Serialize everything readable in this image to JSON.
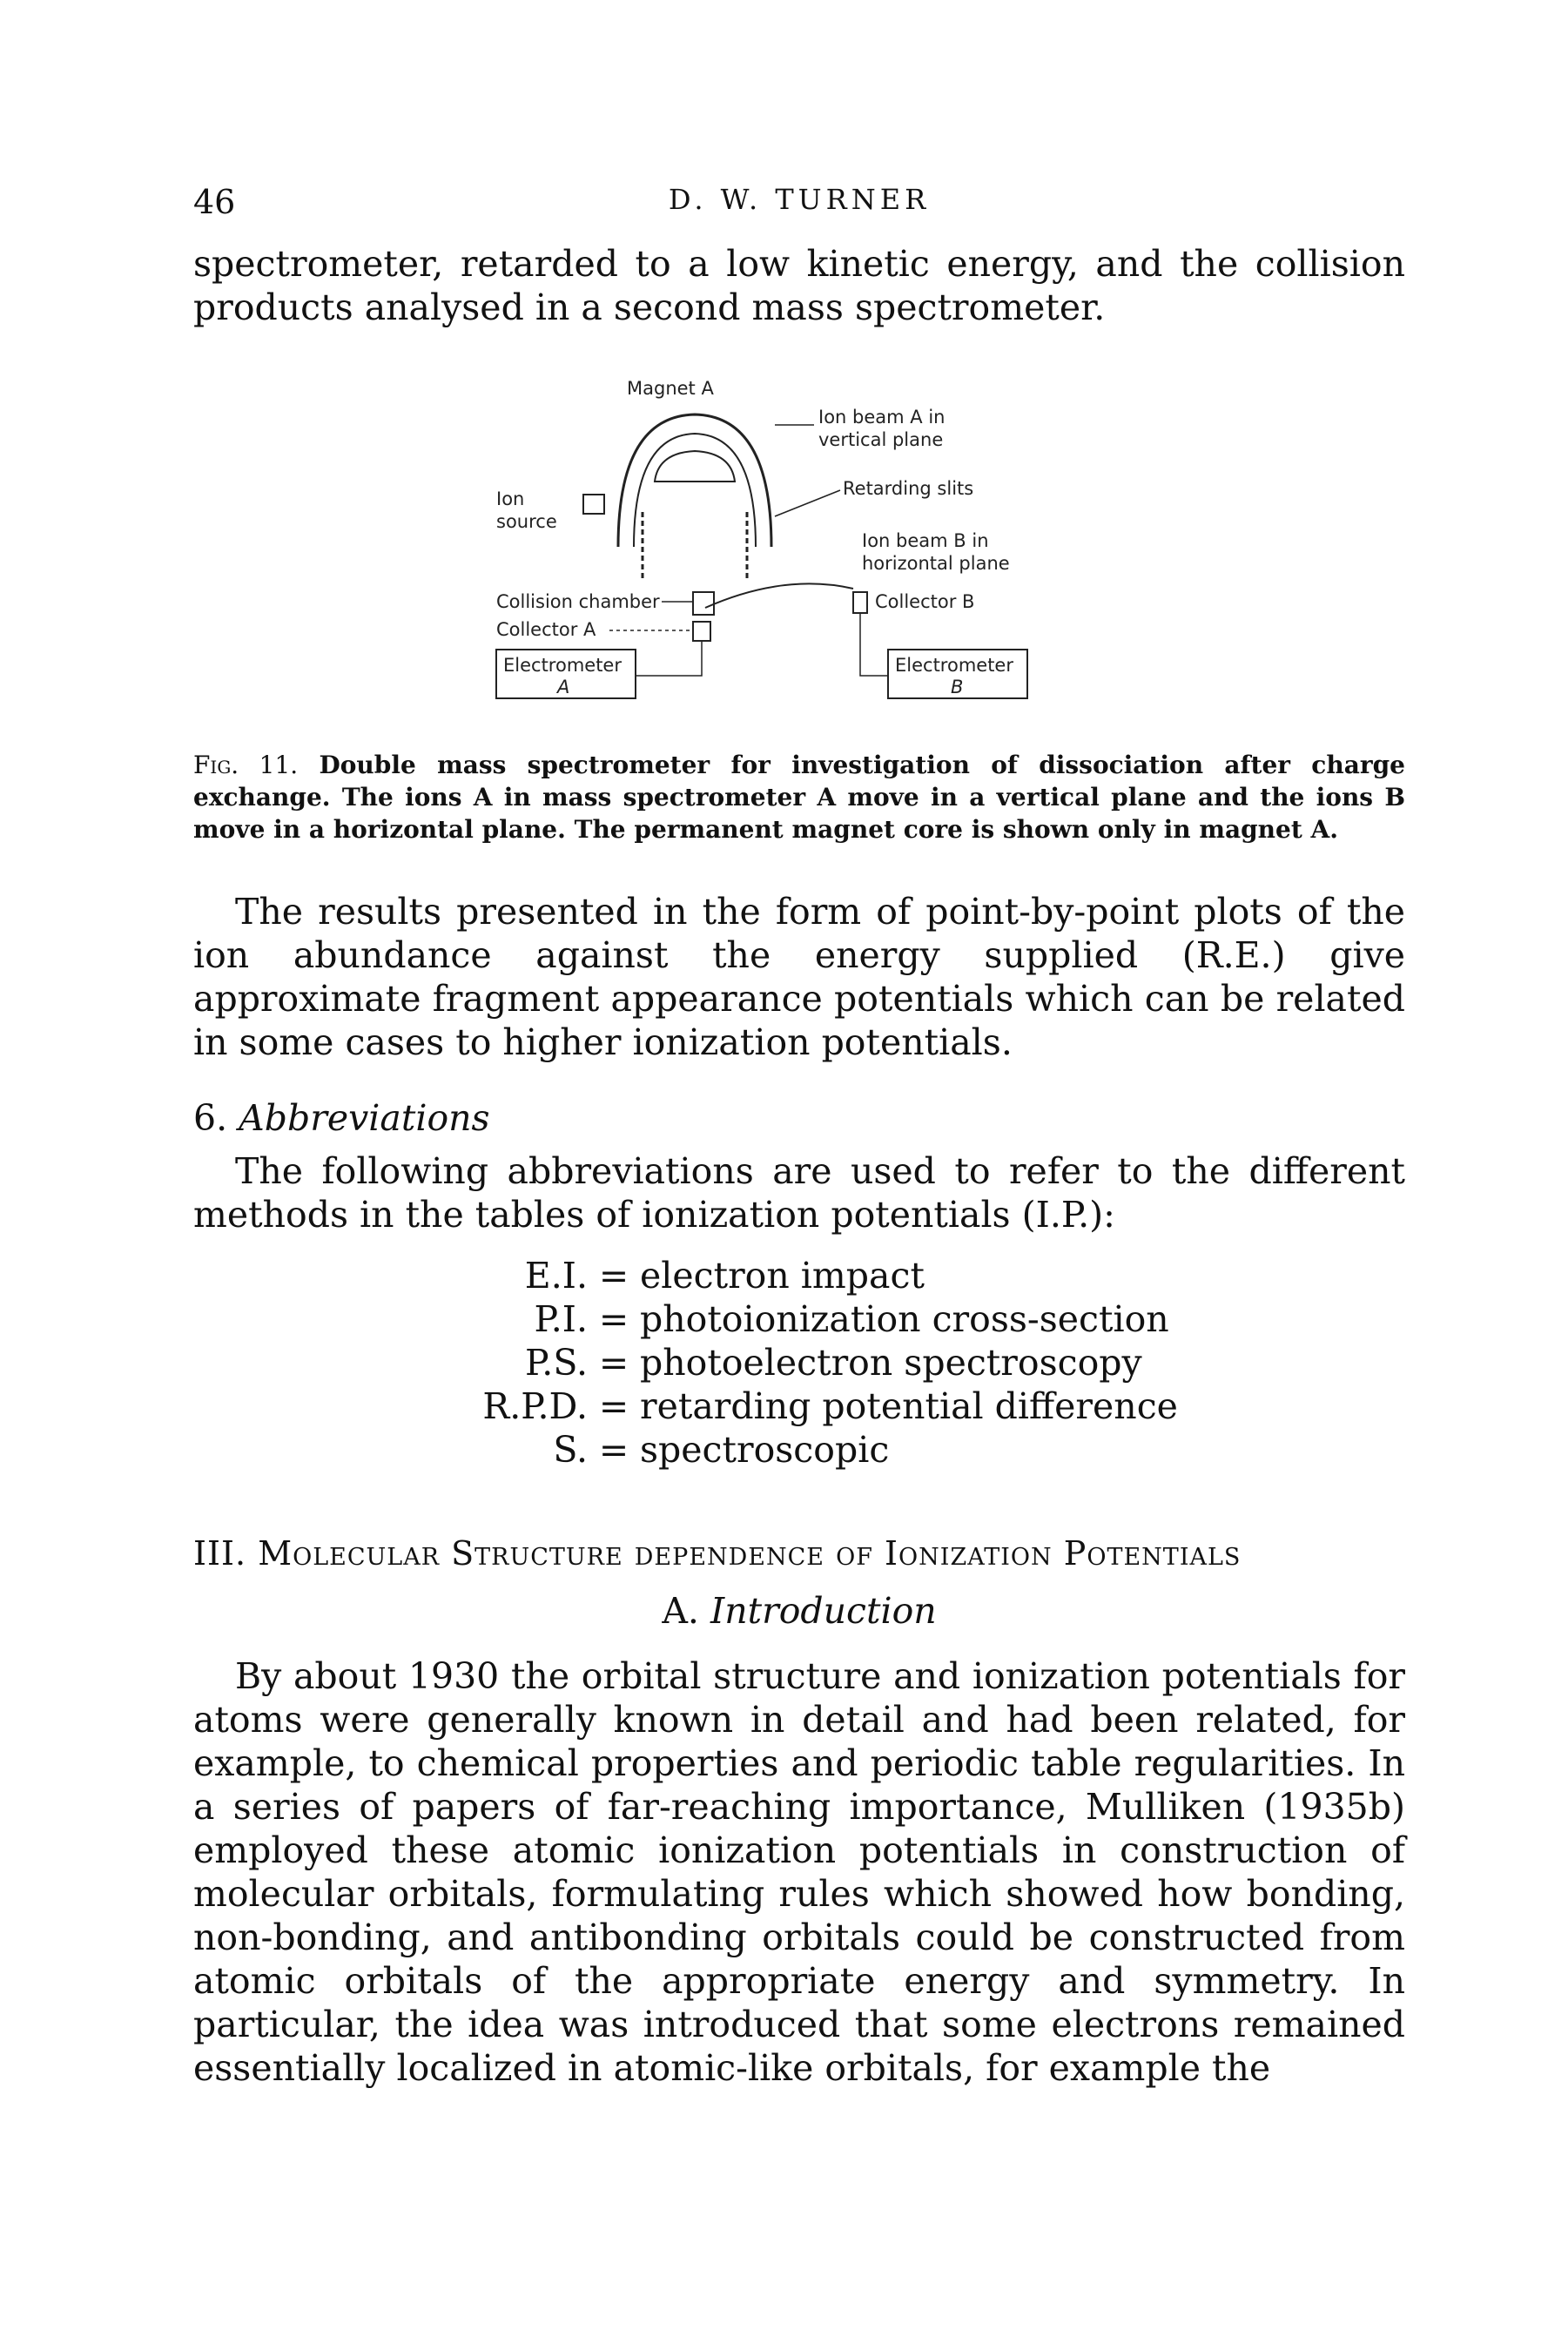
{
  "header": {
    "page_number": "46",
    "running_title": "D. W. TURNER"
  },
  "body": {
    "lead_paragraph": "spectrometer, retarded to a low kinetic energy, and the collision products analysed in a second mass spectrometer.",
    "figure": {
      "labels": {
        "magnet_a": "Magnet A",
        "ion_beam_a_line1": "Ion beam A in",
        "ion_beam_a_line2": "vertical plane",
        "ion_source_line1": "Ion",
        "ion_source_line2": "source",
        "retarding_slits": "Retarding slits",
        "ion_beam_b_line1": "Ion beam B in",
        "ion_beam_b_line2": "horizontal plane",
        "collision_chamber": "Collision chamber",
        "collector_a": "Collector A",
        "collector_b": "Collector B",
        "electrometer_a_line1": "Electrometer",
        "electrometer_a_line2": "A",
        "electrometer_b_line1": "Electrometer",
        "electrometer_b_line2": "B"
      },
      "caption_label": "Fig. 11.",
      "caption_text": "Double mass spectrometer for investigation of dissociation after charge exchange. The ions A in mass spectrometer A move in a vertical plane and the ions B move in a horizontal plane. The permanent magnet core is shown only in magnet A."
    },
    "results_paragraph": "The results presented in the form of point-by-point plots of the ion abundance against the energy supplied (R.E.) give approximate fragment appearance potentials which can be related in some cases to higher ionization potentials.",
    "subsection": {
      "number": "6.",
      "title": "Abbreviations"
    },
    "abbrev_intro": "The following abbreviations are used to refer to the different methods in the tables of ionization potentials (I.P.):",
    "abbreviations": [
      {
        "key": "E.I.",
        "value": "electron impact"
      },
      {
        "key": "P.I.",
        "value": "photoionization cross-section"
      },
      {
        "key": "P.S.",
        "value": "photoelectron spectroscopy"
      },
      {
        "key": "R.P.D.",
        "value": "retarding potential difference"
      },
      {
        "key": "S.",
        "value": "spectroscopic"
      }
    ],
    "section_heading": "III. Molecular Structure dependence of Ionization Potentials",
    "sub_heading": {
      "letter": "A.",
      "title": "Introduction"
    },
    "intro_paragraph": "By about 1930 the orbital structure and ionization potentials for atoms were generally known in detail and had been related, for example, to chemical properties and periodic table regularities. In a series of papers of far-reaching importance, Mulliken (1935b) employed these atomic ionization potentials in construction of molecular orbitals, formulating rules which showed how bonding, non-bonding, and antibonding orbitals could be constructed from atomic orbitals of the appropriate energy and symmetry. In particular, the idea was introduced that some electrons remained essentially localized in atomic-like orbitals, for example the"
  }
}
